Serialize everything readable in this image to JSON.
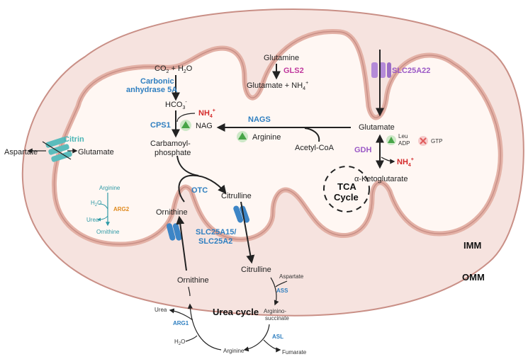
{
  "membrane_labels": {
    "inner": "IMM",
    "outer": "OMM"
  },
  "glutaminase": {
    "substrate": "Glutamine",
    "enzyme": "GLS2",
    "product": "Glutamate + NH",
    "sub": "4",
    "sup": "+"
  },
  "transporter_slc25a22": "SLC25A22",
  "carbonic": {
    "reactants": "CO",
    "co2_sub": "2",
    "plus_water": " + H",
    "water_sub": "2",
    "water_o": "O",
    "enzyme_line1": "Carbonic",
    "enzyme_line2": "anhydrase 5A",
    "bicarbonate": "HCO",
    "bicarb_sub": "3",
    "bicarb_sup": "-"
  },
  "cps1": {
    "enzyme": "CPS1",
    "ammonium": "NH",
    "amm_sub": "4",
    "amm_sup": "+",
    "activator": "NAG",
    "product_line1": "Carbamoyl-",
    "product_line2": "phosphate"
  },
  "nags": {
    "enzyme": "NAGS",
    "activator": "Arginine",
    "substrate": "Acetyl-CoA"
  },
  "gdh": {
    "substrate": "Glutamate",
    "enzyme": "GDH",
    "activators_line1": "Leu",
    "activators_line2": "ADP",
    "inhibitor": "GTP",
    "ammonium": "NH",
    "amm_sub": "4",
    "amm_sup": "+",
    "product": "α-Ketoglutarate"
  },
  "tca": {
    "line1": "TCA",
    "line2": "Cycle"
  },
  "citrin": {
    "name": "Citrin",
    "left": "Aspartate",
    "right": "Glutamate"
  },
  "arg2": {
    "top": "Arginine",
    "water": "H",
    "water_sub": "2",
    "water_o": "O",
    "enzyme": "ARG2",
    "urea": "Urea",
    "bottom": "Ornithine"
  },
  "otc": {
    "enzyme": "OTC",
    "citrulline": "Citrulline",
    "ornithine": "Ornithine"
  },
  "ornithine_transporter": {
    "line1": "SLC25A15/",
    "line2": "SLC25A2"
  },
  "urea_cycle": {
    "title": "Urea cycle",
    "citrulline": "Citrulline",
    "aspartate": "Aspartate",
    "ass": "ASS",
    "argininosuccinate_line1": "Arginino-",
    "argininosuccinate_line2": "succinate",
    "asl": "ASL",
    "fumarate": "Fumarate",
    "arginine": "Arginine",
    "arg1": "ARG1",
    "water": "H",
    "water_sub": "2",
    "water_o": "O",
    "urea": "Urea",
    "ornithine": "Ornithine"
  },
  "colors": {
    "outer_membrane": "#f6e3df",
    "membrane_stroke": "#c98f86",
    "transporter_blue": "#3d85c6",
    "transporter_purple": "#b48ad8",
    "citrin_teal": "#5bbcbc",
    "activator_green": "#47a447",
    "inhibitor_red": "#e05a5a"
  }
}
